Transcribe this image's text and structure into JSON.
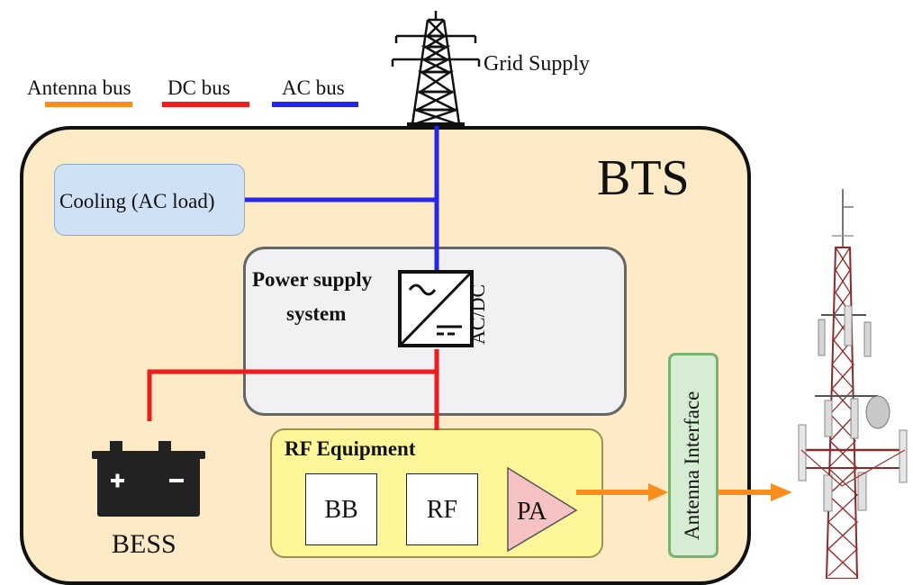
{
  "legend": {
    "antenna_bus": "Antenna bus",
    "dc_bus": "DC bus",
    "ac_bus": "AC bus"
  },
  "colors": {
    "antenna_bus": "#fb8c1e",
    "dc_bus": "#ee1c1c",
    "ac_bus": "#2626ea",
    "bts_fill": "#fdebc8",
    "cooling_fill": "#cfe1f5",
    "power_fill": "#f1f1f3",
    "rf_fill": "#fdf79a",
    "antenna_fill": "#d7edd3",
    "pa_fill": "#f6c2c4"
  },
  "grid": {
    "label": "Grid Supply"
  },
  "bts": {
    "title": "BTS"
  },
  "cooling": {
    "label": "Cooling (AC load)"
  },
  "power_supply": {
    "line1": "Power supply",
    "line2": "system",
    "converter_label": "AC/DC"
  },
  "rf_equipment": {
    "title": "RF Equipment",
    "bb": "BB",
    "rf": "RF",
    "pa": "PA"
  },
  "antenna_interface": {
    "label": "Antenna Interface"
  },
  "bess": {
    "label": "BESS"
  },
  "icons": [
    "transmission-tower-icon",
    "battery-icon",
    "ac-dc-converter-icon",
    "cell-tower-icon"
  ]
}
